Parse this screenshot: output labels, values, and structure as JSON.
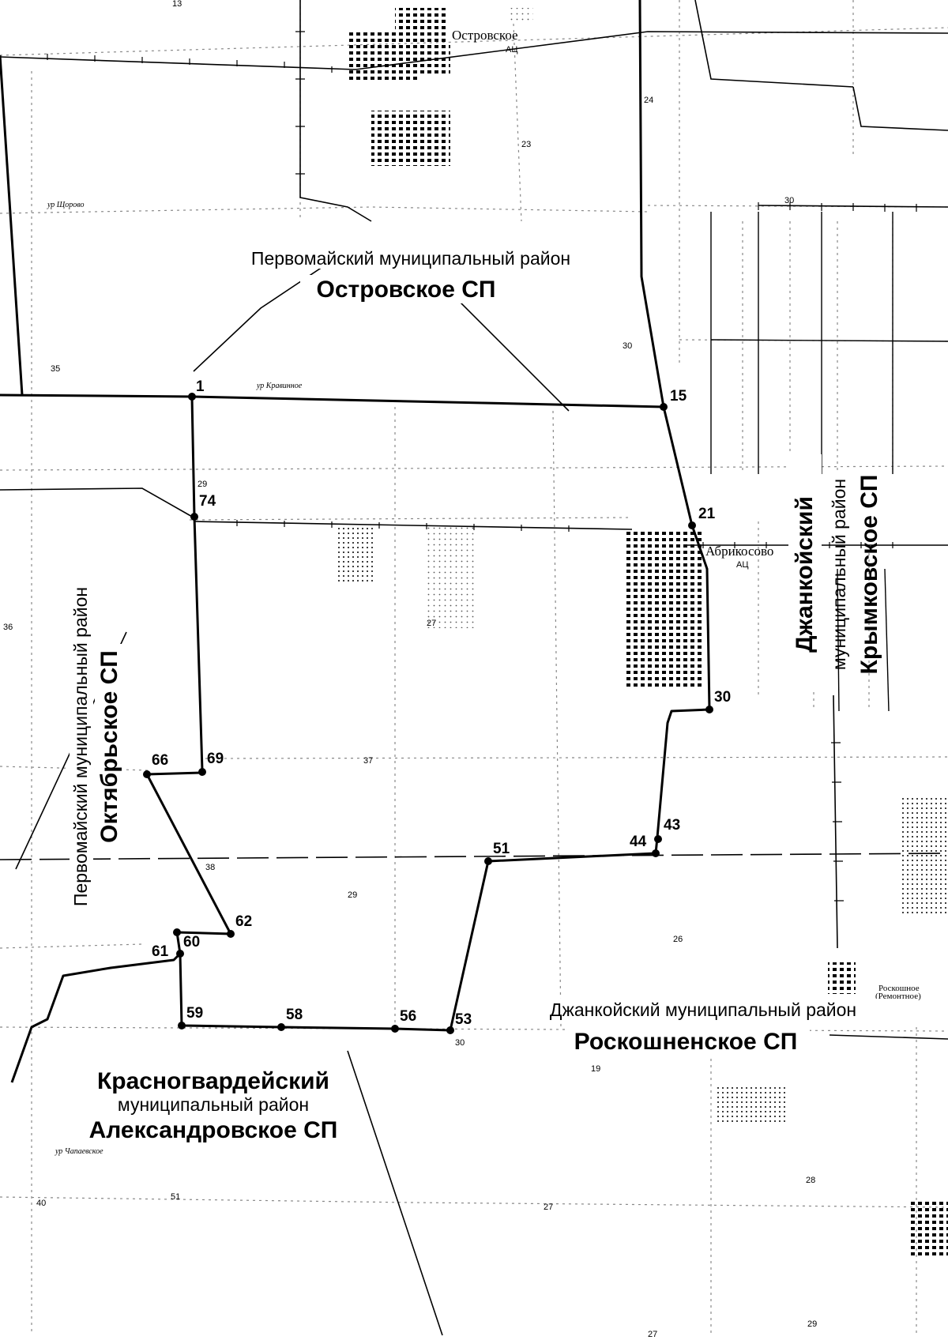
{
  "map": {
    "settlements": {
      "ostrovskoe": "Островское",
      "ostrovskoe_note": "АЦ",
      "abrikosovo": "Абрикосово",
      "abrikosovo_note": "АЦ",
      "roskoshnoe": "Роскошное",
      "roskoshnoe_note": "(Ремонтное)"
    },
    "tract_labels": {
      "shchorovo": "ур Щорово",
      "kravinnoe": "ур Кравинное",
      "chapaevskoe": "ур Чапаевское"
    },
    "regions": {
      "pervomaisky_top_district": "Первомайский муниципальный район",
      "pervomaisky_top_sp": "Островское СП",
      "dzhankoy_right_line1": "Джанкойский",
      "dzhankoy_right_line2": "муниципальный район",
      "dzhankoy_right_sp": "Крымковское СП",
      "pervomaisky_left_district": "Первомайский муниципальный район",
      "pervomaisky_left_sp": "Октябрьское СП",
      "dzhankoy_bottom_district": "Джанкойский  муниципальный район",
      "dzhankoy_bottom_sp": "Роскошненское СП",
      "krasnogvardeysky_line1": "Красногвардейский",
      "krasnogvardeysky_line2": "муниципальный район",
      "krasnogvardeysky_sp": "Александровское СП"
    },
    "boundary_points": [
      {
        "id": "p1",
        "label": "1"
      },
      {
        "id": "p15",
        "label": "15"
      },
      {
        "id": "p21",
        "label": "21"
      },
      {
        "id": "p30",
        "label": "30"
      },
      {
        "id": "p43",
        "label": "43"
      },
      {
        "id": "p44",
        "label": "44"
      },
      {
        "id": "p51",
        "label": "51"
      },
      {
        "id": "p53",
        "label": "53"
      },
      {
        "id": "p56",
        "label": "56"
      },
      {
        "id": "p58",
        "label": "58"
      },
      {
        "id": "p59",
        "label": "59"
      },
      {
        "id": "p60",
        "label": "60"
      },
      {
        "id": "p61",
        "label": "61"
      },
      {
        "id": "p62",
        "label": "62"
      },
      {
        "id": "p66",
        "label": "66"
      },
      {
        "id": "p69",
        "label": "69"
      },
      {
        "id": "p74",
        "label": "74"
      }
    ],
    "field_numbers": [
      "13",
      "23",
      "24",
      "30",
      "30",
      "35",
      "29",
      "36",
      "27",
      "37",
      "38",
      "29",
      "26",
      "30",
      "19",
      "28",
      "40",
      "51",
      "27",
      "29",
      "27"
    ]
  }
}
